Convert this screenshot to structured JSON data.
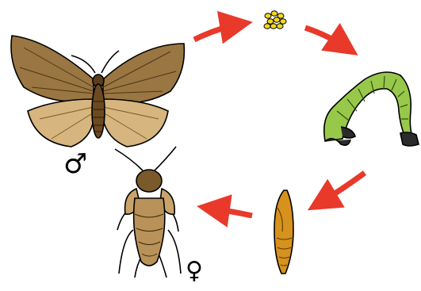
{
  "diagram": {
    "stages": [
      {
        "id": "adult-male",
        "symbol": "♂"
      },
      {
        "id": "eggs"
      },
      {
        "id": "larva"
      },
      {
        "id": "pupa"
      },
      {
        "id": "adult-female",
        "symbol": "♀"
      }
    ],
    "colors": {
      "arrow": "#e8392a",
      "moth_wing": "#9a7642",
      "moth_hindwing": "#d6b57e",
      "egg": "#f2d81e",
      "caterpillar": "#98c84a",
      "pupa": "#d6921c",
      "outline": "#000000"
    },
    "icons": [
      "moth-icon",
      "egg-cluster-icon",
      "caterpillar-icon",
      "pupa-icon",
      "flightless-female-moth-icon",
      "cycle-arrow-icon"
    ]
  }
}
